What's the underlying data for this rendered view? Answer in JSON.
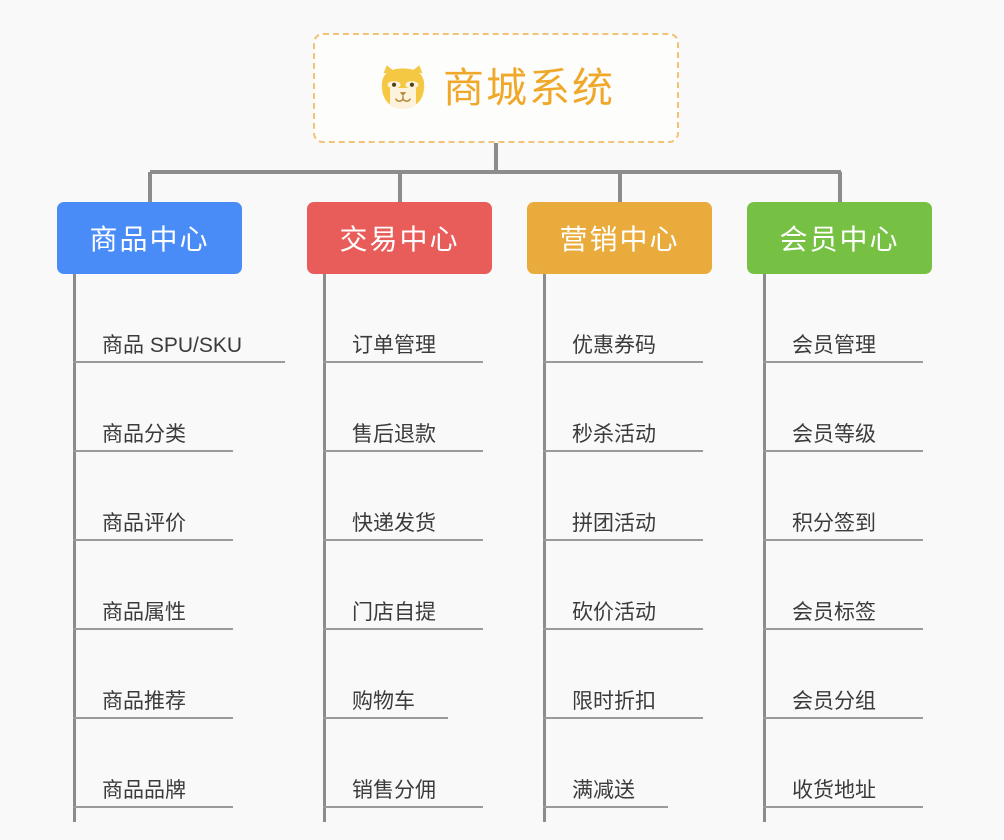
{
  "diagram": {
    "type": "org-tree",
    "background_color": "#f9f9f9",
    "root": {
      "title": "商城系统",
      "icon": "shiba-dog-face-icon",
      "text_color": "#f0a82a",
      "border_color": "#f2c277",
      "border_style": "dashed"
    },
    "columns": [
      {
        "id": "product-center",
        "label": "商品中心",
        "color": "#4a8cf7",
        "items": [
          "商品 SPU/SKU",
          "商品分类",
          "商品评价",
          "商品属性",
          "商品推荐",
          "商品品牌"
        ]
      },
      {
        "id": "trade-center",
        "label": "交易中心",
        "color": "#e85d5a",
        "items": [
          "订单管理",
          "售后退款",
          "快递发货",
          "门店自提",
          "购物车",
          "销售分佣"
        ]
      },
      {
        "id": "marketing-center",
        "label": "营销中心",
        "color": "#e9ab3c",
        "items": [
          "优惠券码",
          "秒杀活动",
          "拼团活动",
          "砍价活动",
          "限时折扣",
          "满减送"
        ]
      },
      {
        "id": "member-center",
        "label": "会员中心",
        "color": "#76c043",
        "items": [
          "会员管理",
          "会员等级",
          "积分签到",
          "会员标签",
          "会员分组",
          "收货地址"
        ]
      }
    ],
    "connector_color": "#8c8c8c",
    "item_underline_color": "#9a9a9a",
    "item_text_color": "#3b3b3b"
  }
}
